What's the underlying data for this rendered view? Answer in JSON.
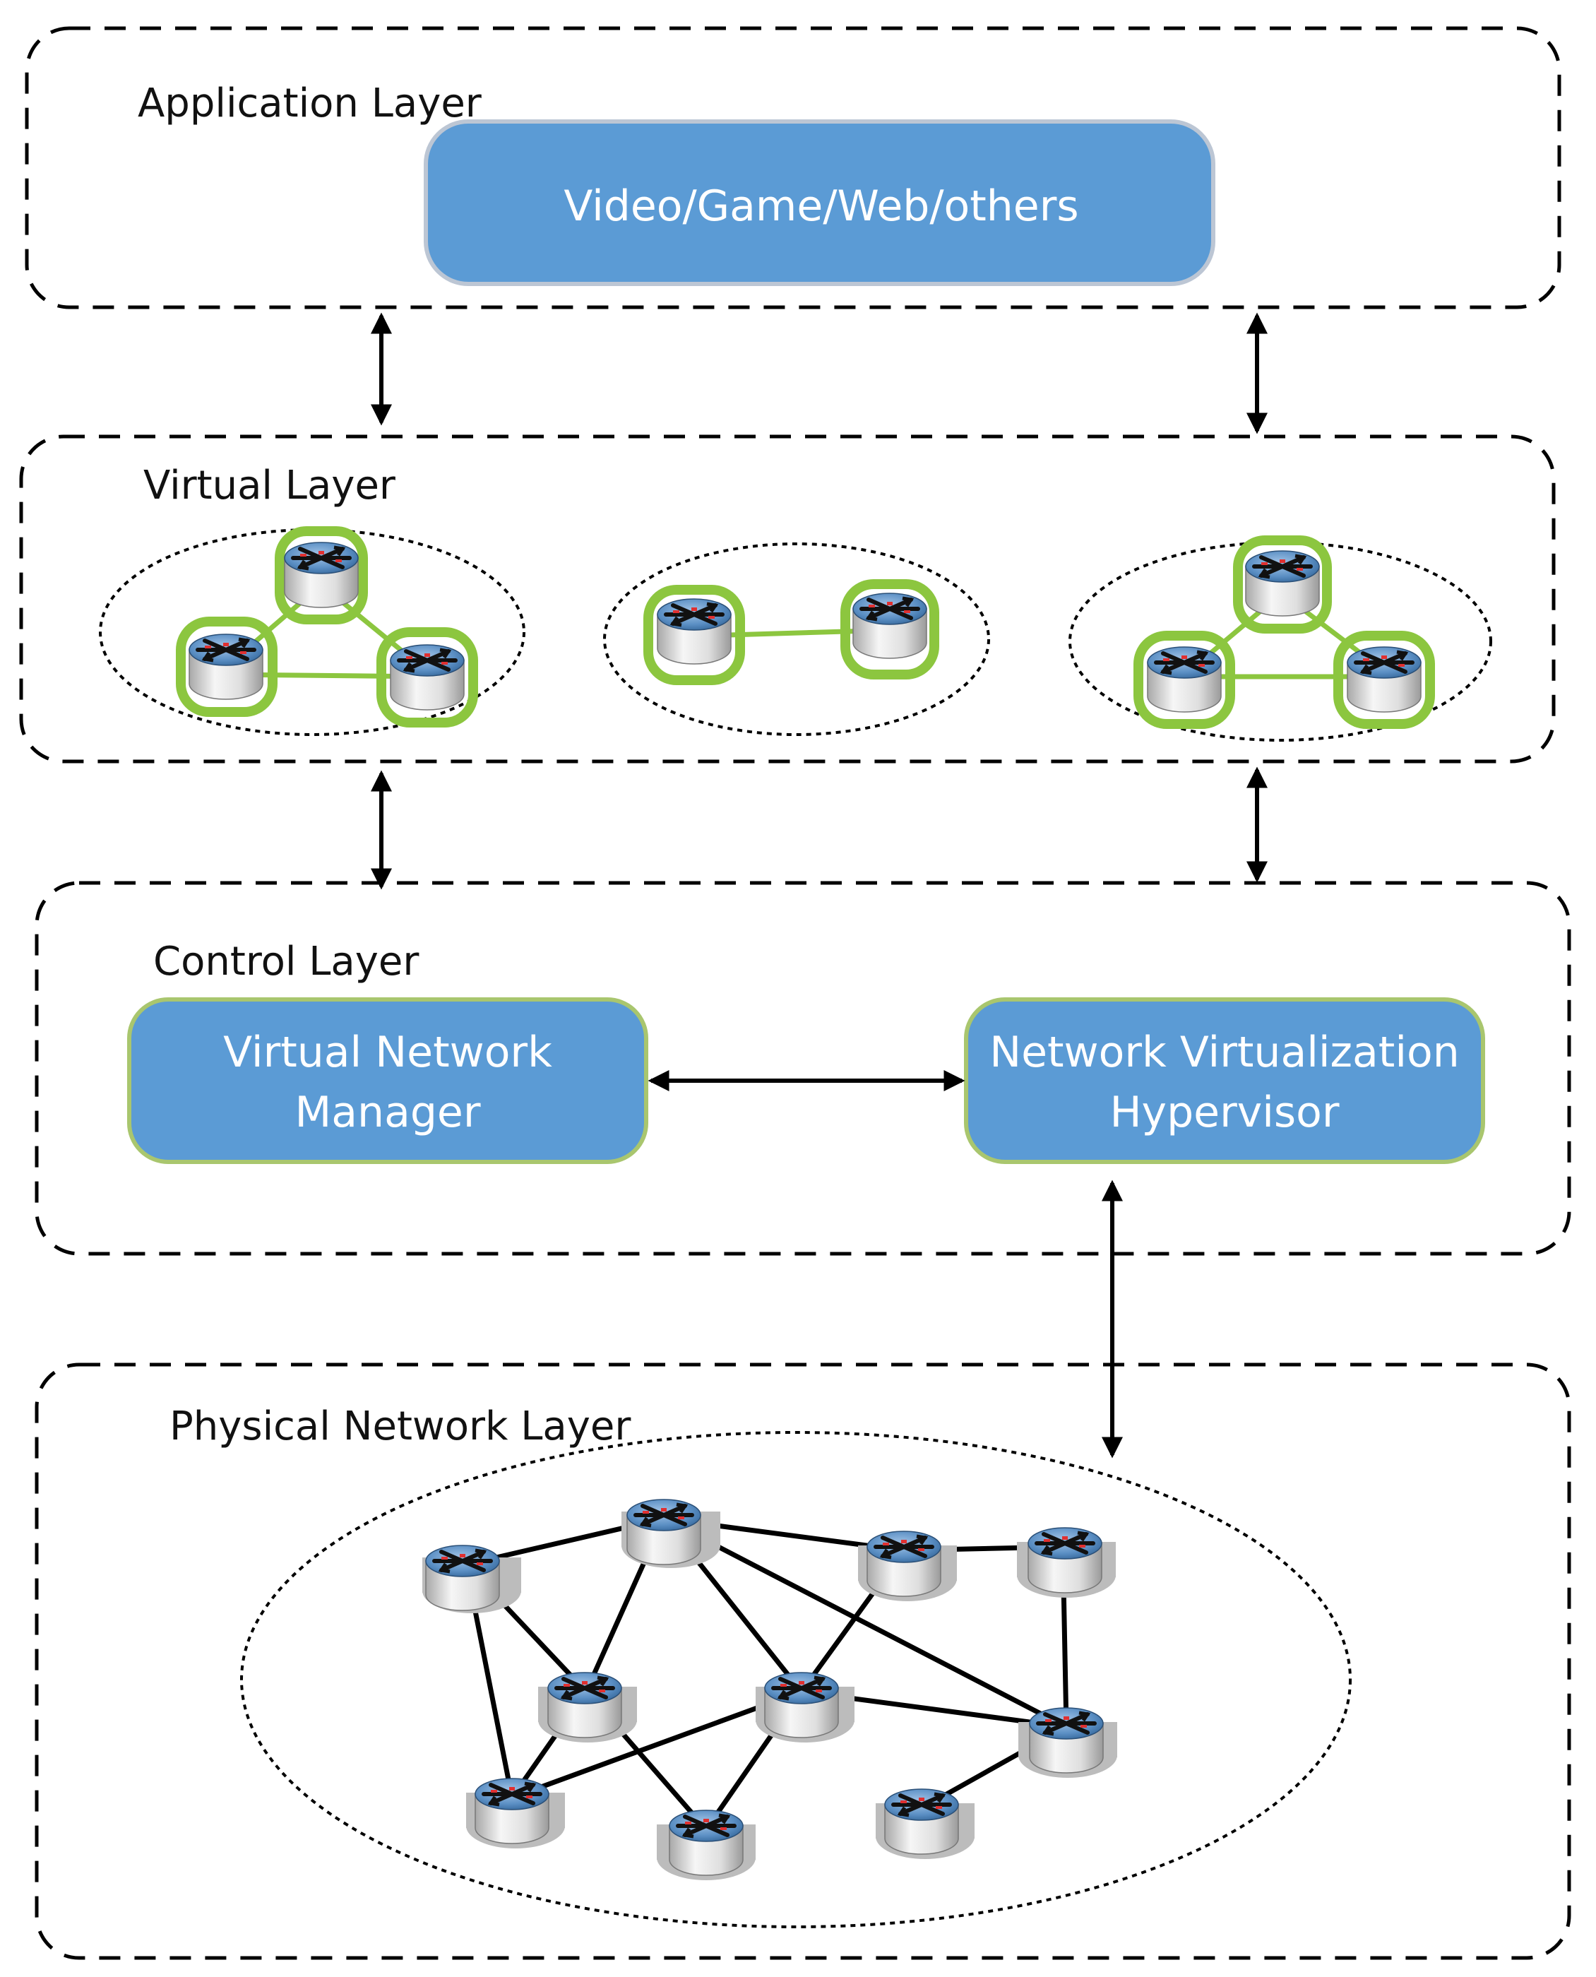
{
  "layers": {
    "application": {
      "title": "Application Layer",
      "box_label": "Video/Game/Web/others"
    },
    "virtual": {
      "title": "Virtual Layer"
    },
    "control": {
      "title": "Control Layer",
      "manager_line1": "Virtual Network",
      "manager_line2": "Manager",
      "hypervisor_line1": "Network Virtualization",
      "hypervisor_line2": "Hypervisor"
    },
    "physical": {
      "title": "Physical Network Layer"
    }
  },
  "colors": {
    "box_fill": "#5b9bd5",
    "app_box_border": "#bcc6d4",
    "control_box_border": "#a9c66e",
    "virtual_link": "#8cc63f",
    "physical_link": "#000000",
    "router_top": "#3d78b0",
    "router_body": "#e9e9e9",
    "router_shadow": "#bcbcbc"
  },
  "icons": {
    "router": "router-icon",
    "arrow": "bidirectional-arrow-icon"
  }
}
